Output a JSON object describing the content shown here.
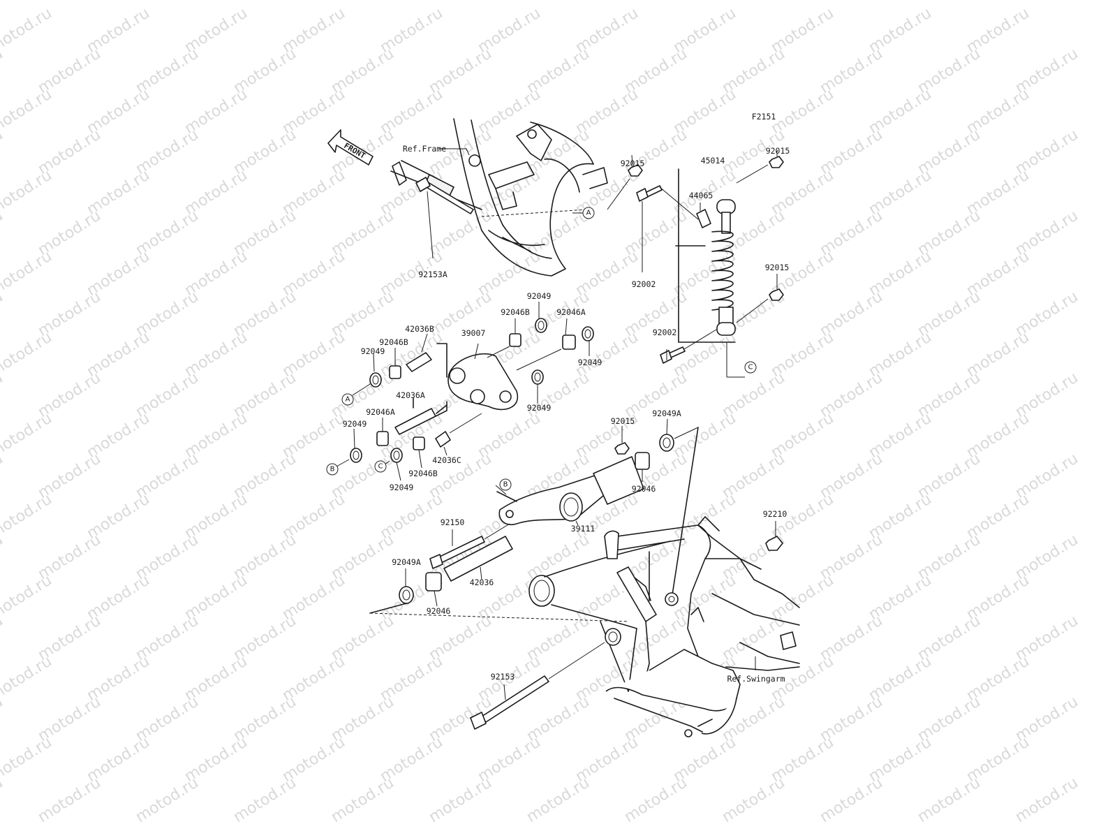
{
  "diagram_code": "F2151",
  "watermark_text": "motod.ru",
  "front_arrow_label": "FRONT",
  "ref_labels": {
    "frame": "Ref.Frame",
    "swingarm": "Ref.Swingarm"
  },
  "reference_markers": [
    "A",
    "B",
    "C"
  ],
  "part_numbers": [
    "92015",
    "45014",
    "92015",
    "44065",
    "92153A",
    "92002",
    "92015",
    "92002",
    "92049",
    "92046B",
    "92046A",
    "42036B",
    "39007",
    "92046B",
    "92049",
    "92049",
    "92049",
    "92049",
    "42036A",
    "92046A",
    "92049",
    "42036C",
    "92046B",
    "92049",
    "92015",
    "92049A",
    "92046",
    "39111",
    "92150",
    "92210",
    "42036",
    "92049A",
    "92046",
    "92153"
  ]
}
